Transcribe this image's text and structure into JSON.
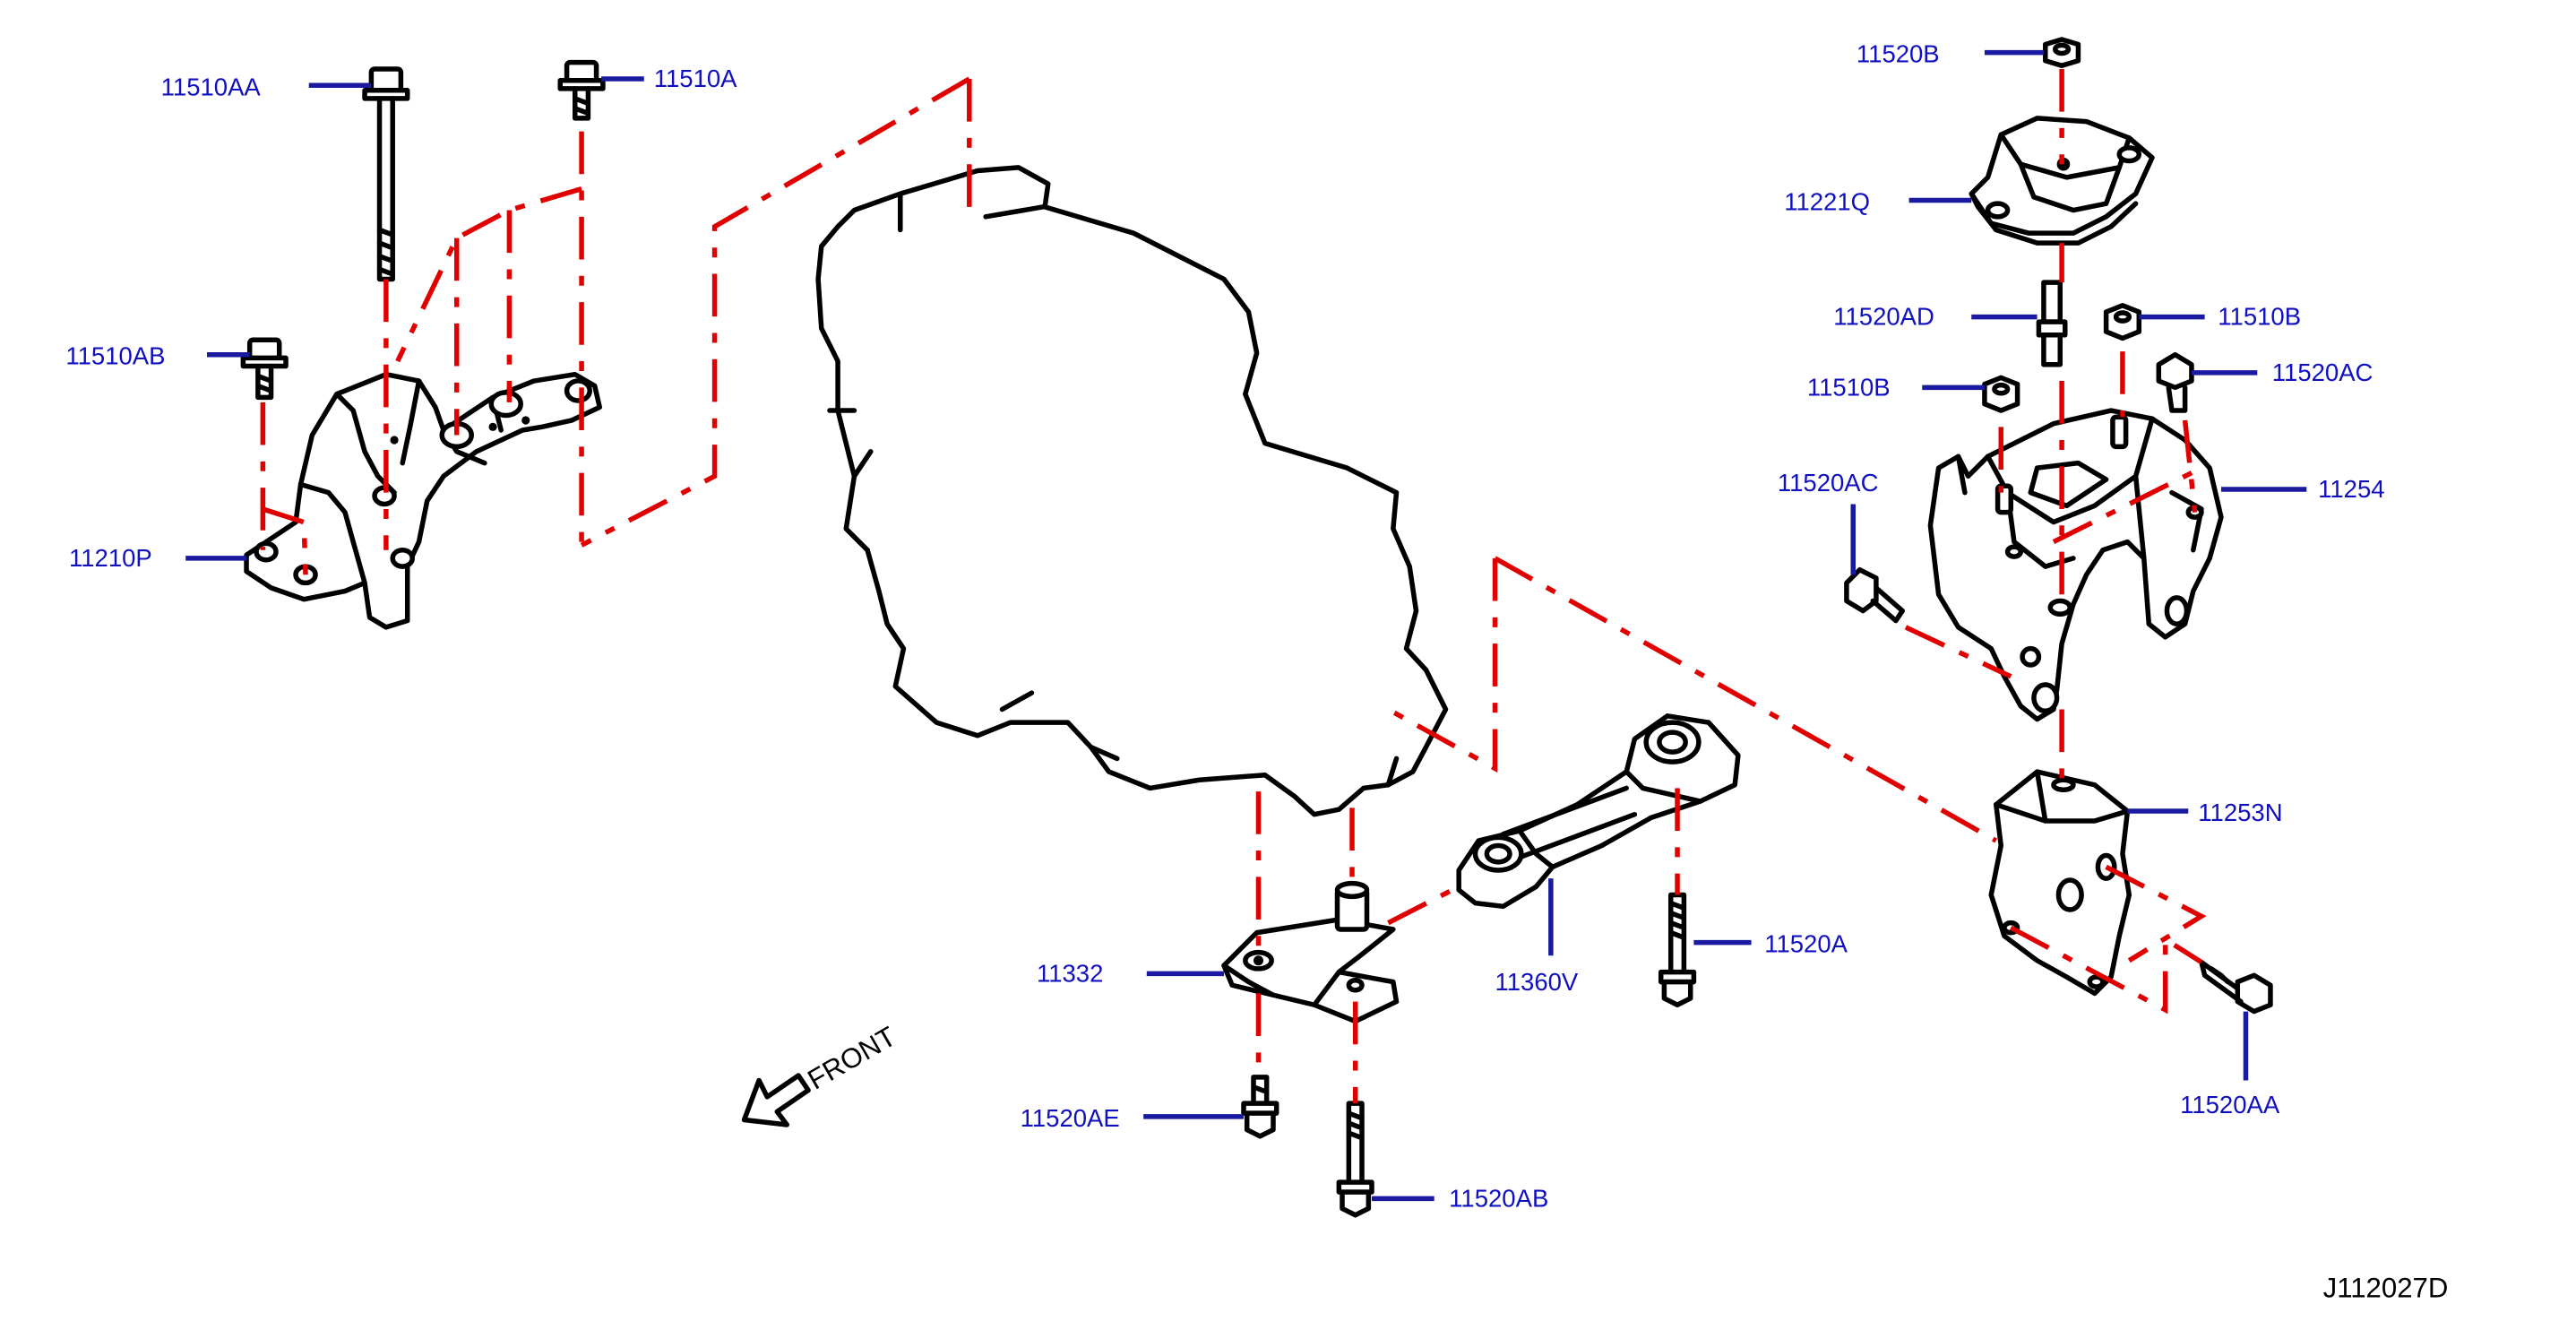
{
  "diagram": {
    "callouts": {
      "c_11510AA": "11510AA",
      "c_11510A": "11510A",
      "c_11510AB": "11510AB",
      "c_11210P": "11210P",
      "c_11520B": "11520B",
      "c_11221Q": "11221Q",
      "c_11520AD": "11520AD",
      "c_11510B_1": "11510B",
      "c_11510B_2": "11510B",
      "c_11520AC_1": "11520AC",
      "c_11520AC_2": "11520AC",
      "c_11254": "11254",
      "c_11253N": "11253N",
      "c_11520AA": "11520AA",
      "c_11332": "11332",
      "c_11360V": "11360V",
      "c_11520A": "11520A",
      "c_11520AE": "11520AE",
      "c_11520AB": "11520AB"
    },
    "front_label": "FRONT",
    "figure_id": "J112027D",
    "colors": {
      "callout_text": "#1010c0",
      "leader": "#1a1aa0",
      "centerline": "#e00000",
      "outline": "#000000"
    }
  }
}
